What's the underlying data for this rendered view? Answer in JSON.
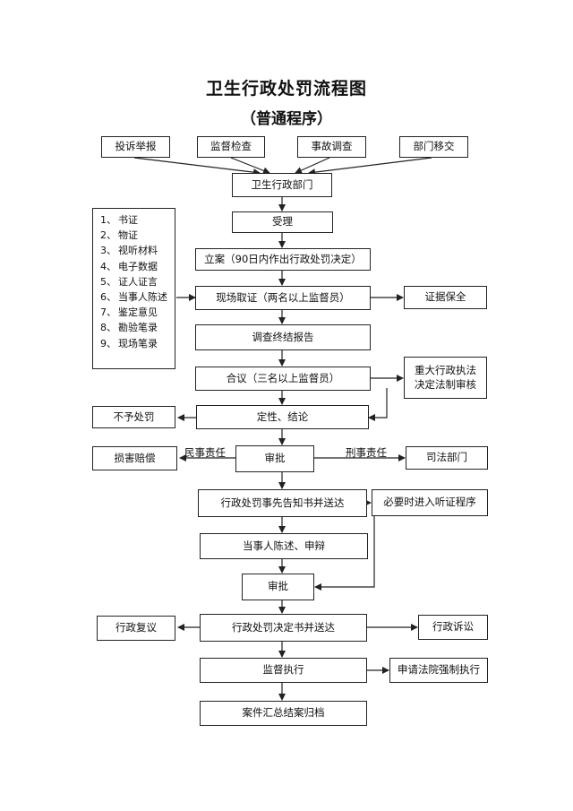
{
  "title": "卫生行政处罚流程图",
  "subtitle": "（普通程序）",
  "sources": [
    "投诉举报",
    "监督检查",
    "事故调查",
    "部门移交"
  ],
  "department": "卫生行政部门",
  "steps": {
    "accept": "受理",
    "register": "立案（90日内作出行政处罚决定）",
    "evidence": "现场取证（两名以上监督员）",
    "evidence_preserve": "证据保全",
    "report": "调查终结报告",
    "discussion": "合议（三名以上监督员）",
    "major_review": "重大行政执法决定法制审核",
    "determination": "定性、结论",
    "no_penalty": "不予处罚",
    "approval1": "审批",
    "damages": "损害赔偿",
    "judicial": "司法部门",
    "civil_label": "民事责任",
    "criminal_label": "刑事责任",
    "notice": "行政处罚事先告知书并送达",
    "hearing": "必要时进入听证程序",
    "statement": "当事人陈述、申辩",
    "approval2": "审批",
    "decision": "行政处罚决定书并送达",
    "reconsideration": "行政复议",
    "litigation": "行政诉讼",
    "supervision": "监督执行",
    "court_enforce": "申请法院强制执行",
    "archive": "案件汇总结案归档"
  },
  "evidence_types": [
    {
      "num": "1、",
      "text": "书证"
    },
    {
      "num": "2、",
      "text": "物证"
    },
    {
      "num": "3、",
      "text": "视听材料"
    },
    {
      "num": "4、",
      "text": "电子数据"
    },
    {
      "num": "5、",
      "text": "证人证言"
    },
    {
      "num": "6、",
      "text": "当事人陈述"
    },
    {
      "num": "7、",
      "text": "鉴定意见"
    },
    {
      "num": "8、",
      "text": "勘验笔录"
    },
    {
      "num": "9、",
      "text": "现场笔录"
    }
  ]
}
